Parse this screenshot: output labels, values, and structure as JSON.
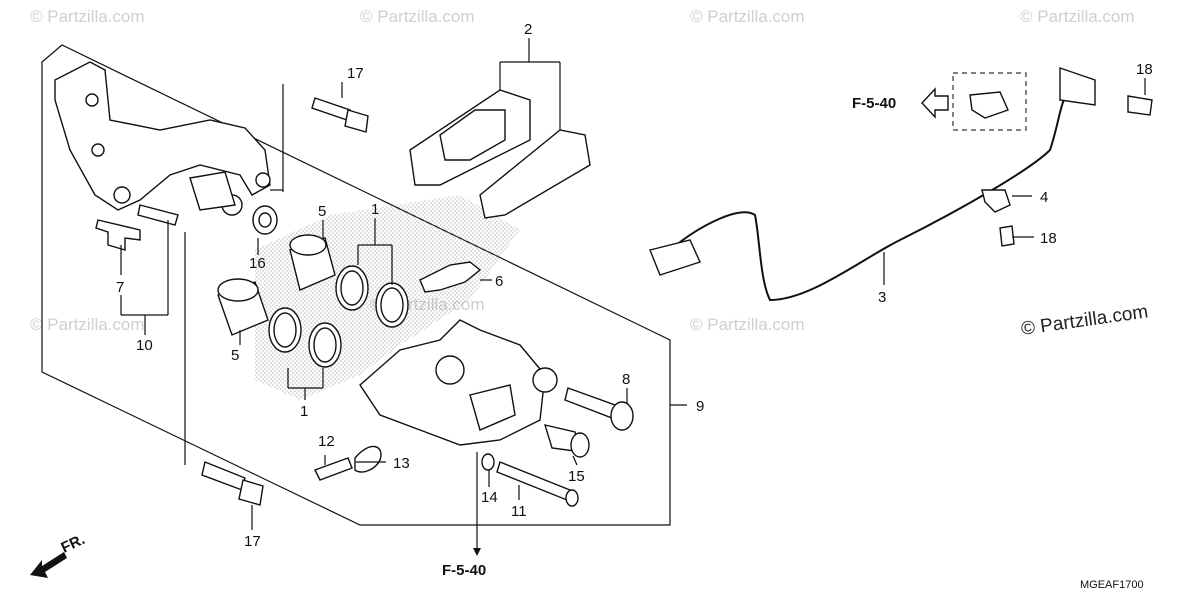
{
  "watermarks": [
    "© Partzilla.com",
    "© Partzilla.com",
    "© Partzilla.com",
    "© Partzilla.com",
    "© Partzilla.com",
    "© Partzilla.com",
    "© Partzilla.com"
  ],
  "copyright": "© Partzilla.com",
  "diagram_code": "MGEAF1700",
  "ref_top": "F-5-40",
  "ref_bottom": "F-5-40",
  "front_label": "FR.",
  "callouts": {
    "c1a": "1",
    "c1b": "1",
    "c2": "2",
    "c3": "3",
    "c4": "4",
    "c5a": "5",
    "c5b": "5",
    "c6": "6",
    "c7": "7",
    "c8": "8",
    "c9": "9",
    "c10": "10",
    "c11": "11",
    "c12": "12",
    "c13": "13",
    "c14": "14",
    "c15": "15",
    "c16": "16",
    "c17a": "17",
    "c17b": "17",
    "c18a": "18",
    "c18b": "18"
  }
}
